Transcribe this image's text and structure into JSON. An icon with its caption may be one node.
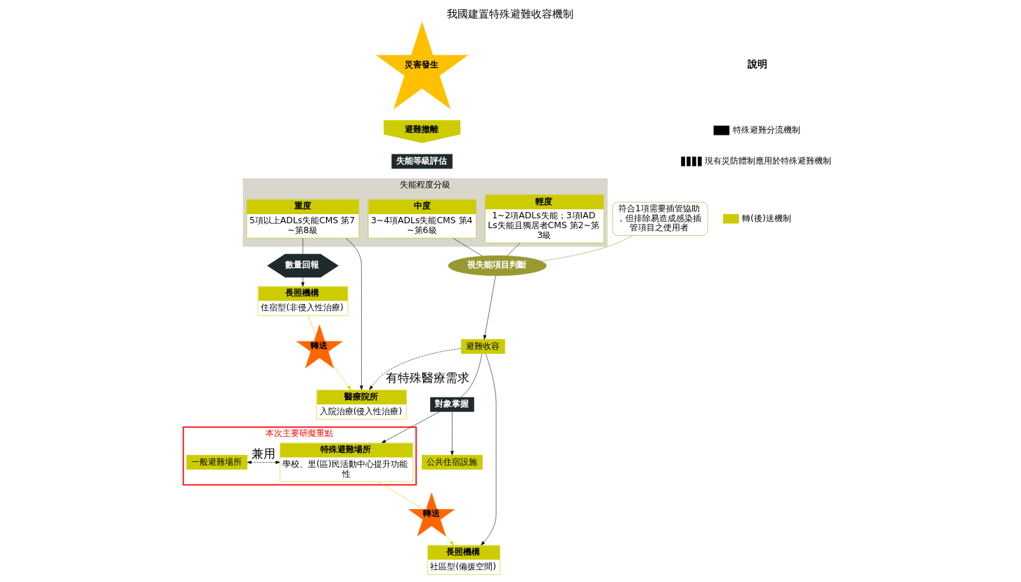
{
  "diagram": {
    "title": "我國建置特殊避難收容機制",
    "nodes": [
      {
        "text": [
          "災害發生"
        ]
      },
      {
        "text": [
          "避難撤離"
        ]
      },
      {
        "text": [
          "失能等級評估"
        ]
      },
      {
        "text": [
          "失能程度分級"
        ]
      },
      {
        "text": [
          "輕度",
          "1~2項ADLs失能；3項IADLs失能且獨居者CMS 第2~第3級"
        ],
        "in": 3
      },
      {
        "text": [
          "中度",
          "3~4項ADLs失能CMS 第4~第6級"
        ],
        "in": 3
      },
      {
        "text": [
          "重度",
          "5項以上ADLs失能CMS 第7~第8級"
        ],
        "in": 3
      },
      {
        "text": [
          "視失能項目判斷"
        ]
      },
      {
        "text": [
          "符合1項需要插管協助，但排除易造成感染插管項目之使用者"
        ]
      },
      {
        "text": [
          "避難收容"
        ]
      },
      {
        "text": [
          "對象掌握"
        ]
      },
      {
        "text": [
          "公共住宿設施"
        ]
      },
      {
        "text": [
          "本次主要研擬重點"
        ]
      },
      {
        "text": [
          "一般避難場所"
        ],
        "in": 12
      },
      {
        "text": [
          "特殊避難場所",
          "學校、里(區)民活動中心提升功能性"
        ],
        "in": 12
      },
      {
        "text": [
          "轉送"
        ]
      },
      {
        "text": [
          "長照機構",
          "社區型(備援空間)"
        ]
      },
      {
        "text": [
          "數量回報"
        ]
      },
      {
        "text": [
          "醫療院所",
          "入院治療(侵入性治療)"
        ]
      },
      {
        "text": [
          "長照機構",
          "住宿型(非侵入性治療)"
        ]
      },
      {
        "text": [
          "轉送"
        ]
      }
    ],
    "edges": [
      {
        "from": 4,
        "to": 7,
        "arrow": "none"
      },
      {
        "from": 5,
        "to": 7,
        "arrow": "none"
      },
      {
        "from": 8,
        "to": 7,
        "arrow": "none",
        "color": "#999933"
      },
      {
        "from": 7,
        "to": 9,
        "arrow": "to"
      },
      {
        "from": 9,
        "to": 10,
        "arrow": "none"
      },
      {
        "from": 10,
        "to": 11,
        "arrow": "to"
      },
      {
        "from": 10,
        "to": 14,
        "arrow": "to"
      },
      {
        "from": 9,
        "to": 16,
        "arrow": "to"
      },
      {
        "from": 9,
        "to": 18,
        "arrow": "to",
        "style": "dashed",
        "label": "有特殊醫療需求"
      },
      {
        "from": 6,
        "to": 17,
        "arrow": "none"
      },
      {
        "from": 17,
        "to": 19,
        "arrow": "to"
      },
      {
        "from": 6,
        "to": 18,
        "arrow": "to"
      },
      {
        "from": 13,
        "to": 14,
        "arrow": "both",
        "style": "dashed",
        "label": "兼用"
      },
      {
        "from": 14,
        "to": 15,
        "arrow": "none",
        "color": "#cccc00"
      },
      {
        "from": 15,
        "to": 16,
        "arrow": "to",
        "color": "#cccc00"
      },
      {
        "from": 19,
        "to": 20,
        "arrow": "none",
        "color": "#cccc00"
      },
      {
        "from": 20,
        "to": 18,
        "arrow": "to",
        "color": "#cccc00"
      }
    ],
    "labels": [
      "說明"
    ],
    "legend": [
      {
        "text": "特殊避難分流機制"
      },
      {
        "text": "現有災防體制應用於特殊避難機制"
      },
      {
        "text": "轉(後)送機制"
      }
    ]
  }
}
